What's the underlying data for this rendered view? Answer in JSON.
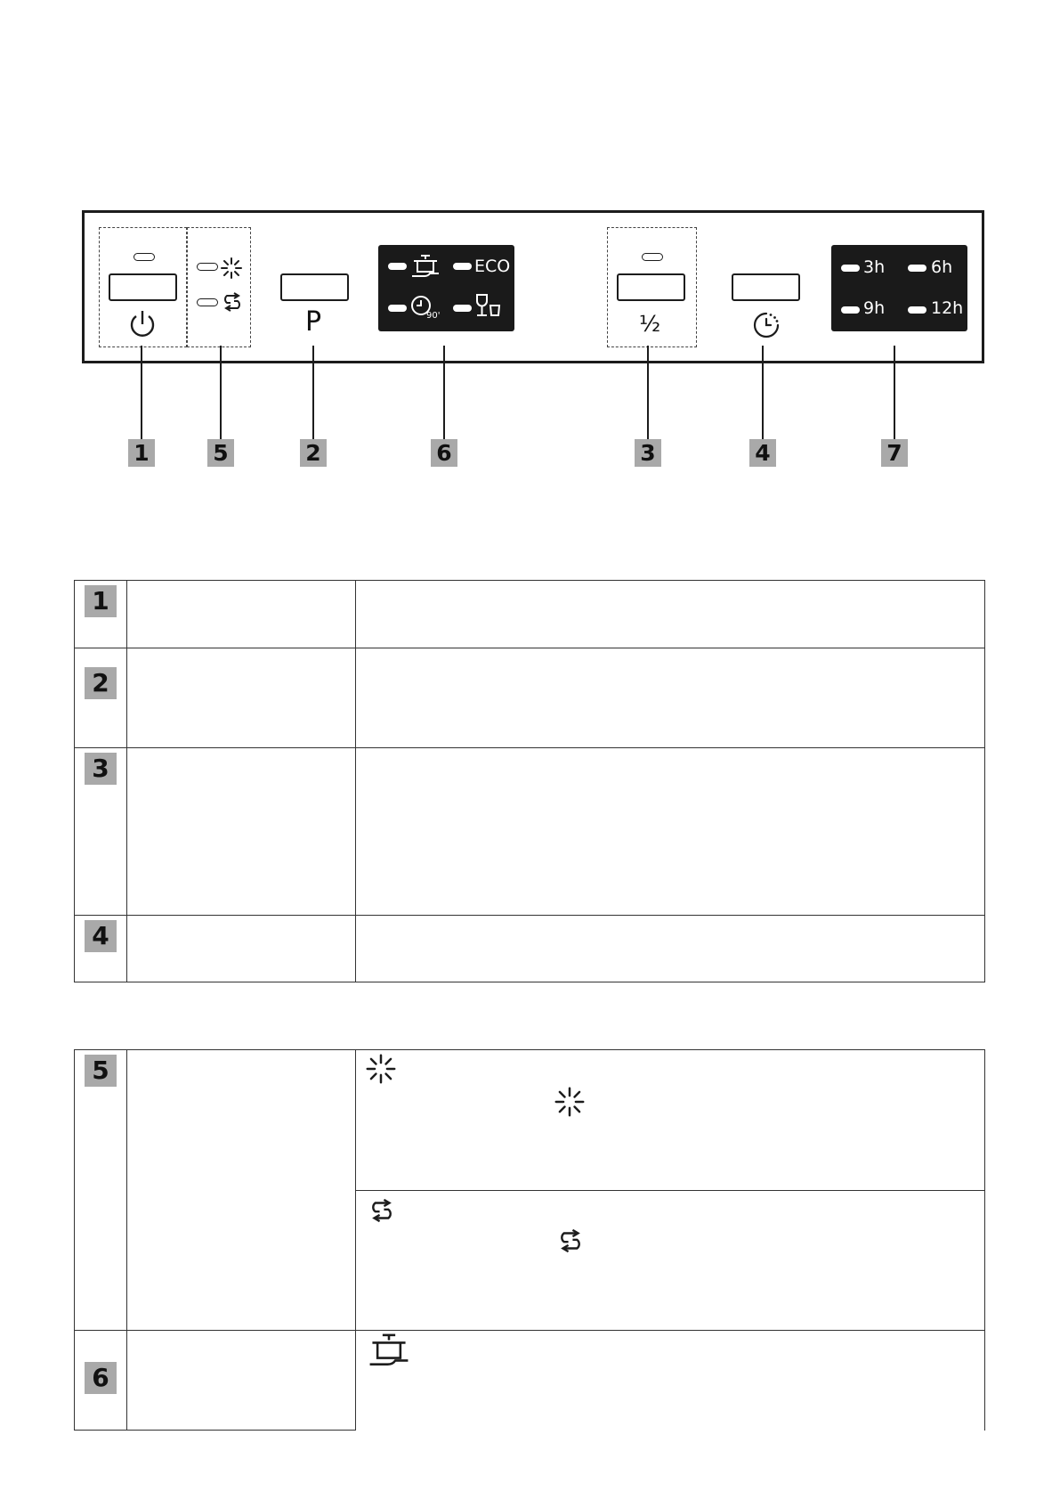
{
  "panel": {
    "program_label": "P",
    "half_load_label": "½",
    "program_indicators": [
      "ECO"
    ],
    "delay_indicators": [
      "3h",
      "6h",
      "9h",
      "12h"
    ]
  },
  "callouts": [
    "1",
    "5",
    "2",
    "6",
    "3",
    "4",
    "7"
  ],
  "table1": {
    "rows": [
      {
        "num": "1"
      },
      {
        "num": "2"
      },
      {
        "num": "3"
      },
      {
        "num": "4"
      }
    ]
  },
  "table2": {
    "rows": [
      {
        "num": "5",
        "icons": [
          "rinse-aid-icon",
          "salt-icon"
        ]
      },
      {
        "num": "6",
        "icons": [
          "intensive-pot-icon"
        ]
      }
    ]
  }
}
